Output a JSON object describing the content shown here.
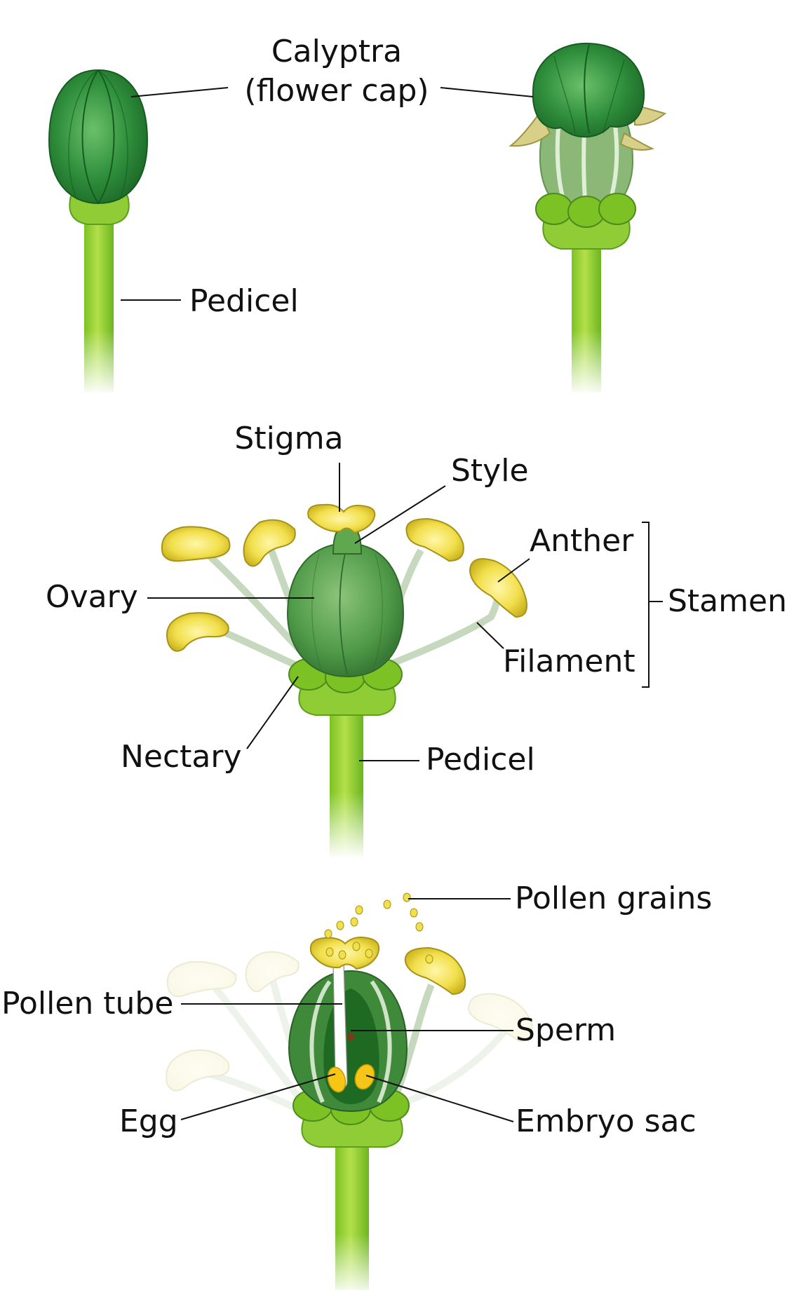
{
  "labels": {
    "calyptra": "Calyptra",
    "flower_cap": "(flower cap)",
    "pedicel_top": "Pedicel",
    "stigma": "Stigma",
    "style": "Style",
    "anther": "Anther",
    "stamen": "Stamen",
    "ovary": "Ovary",
    "filament": "Filament",
    "nectary": "Nectary",
    "pedicel_mid": "Pedicel",
    "pollen_grains": "Pollen grains",
    "pollen_tube": "Pollen tube",
    "sperm": "Sperm",
    "egg": "Egg",
    "embryo_sac": "Embryo sac"
  },
  "colors": {
    "stem_light": "#a8d83a",
    "stem_dark": "#6cb51f",
    "cap_dark": "#1f7a2e",
    "cap_mid": "#3fa046",
    "ovary_green": "#4f9a48",
    "anther_yellow": "#f2df4c",
    "egg_yellow": "#f5c518",
    "sperm_brown": "#7a3b1a"
  }
}
